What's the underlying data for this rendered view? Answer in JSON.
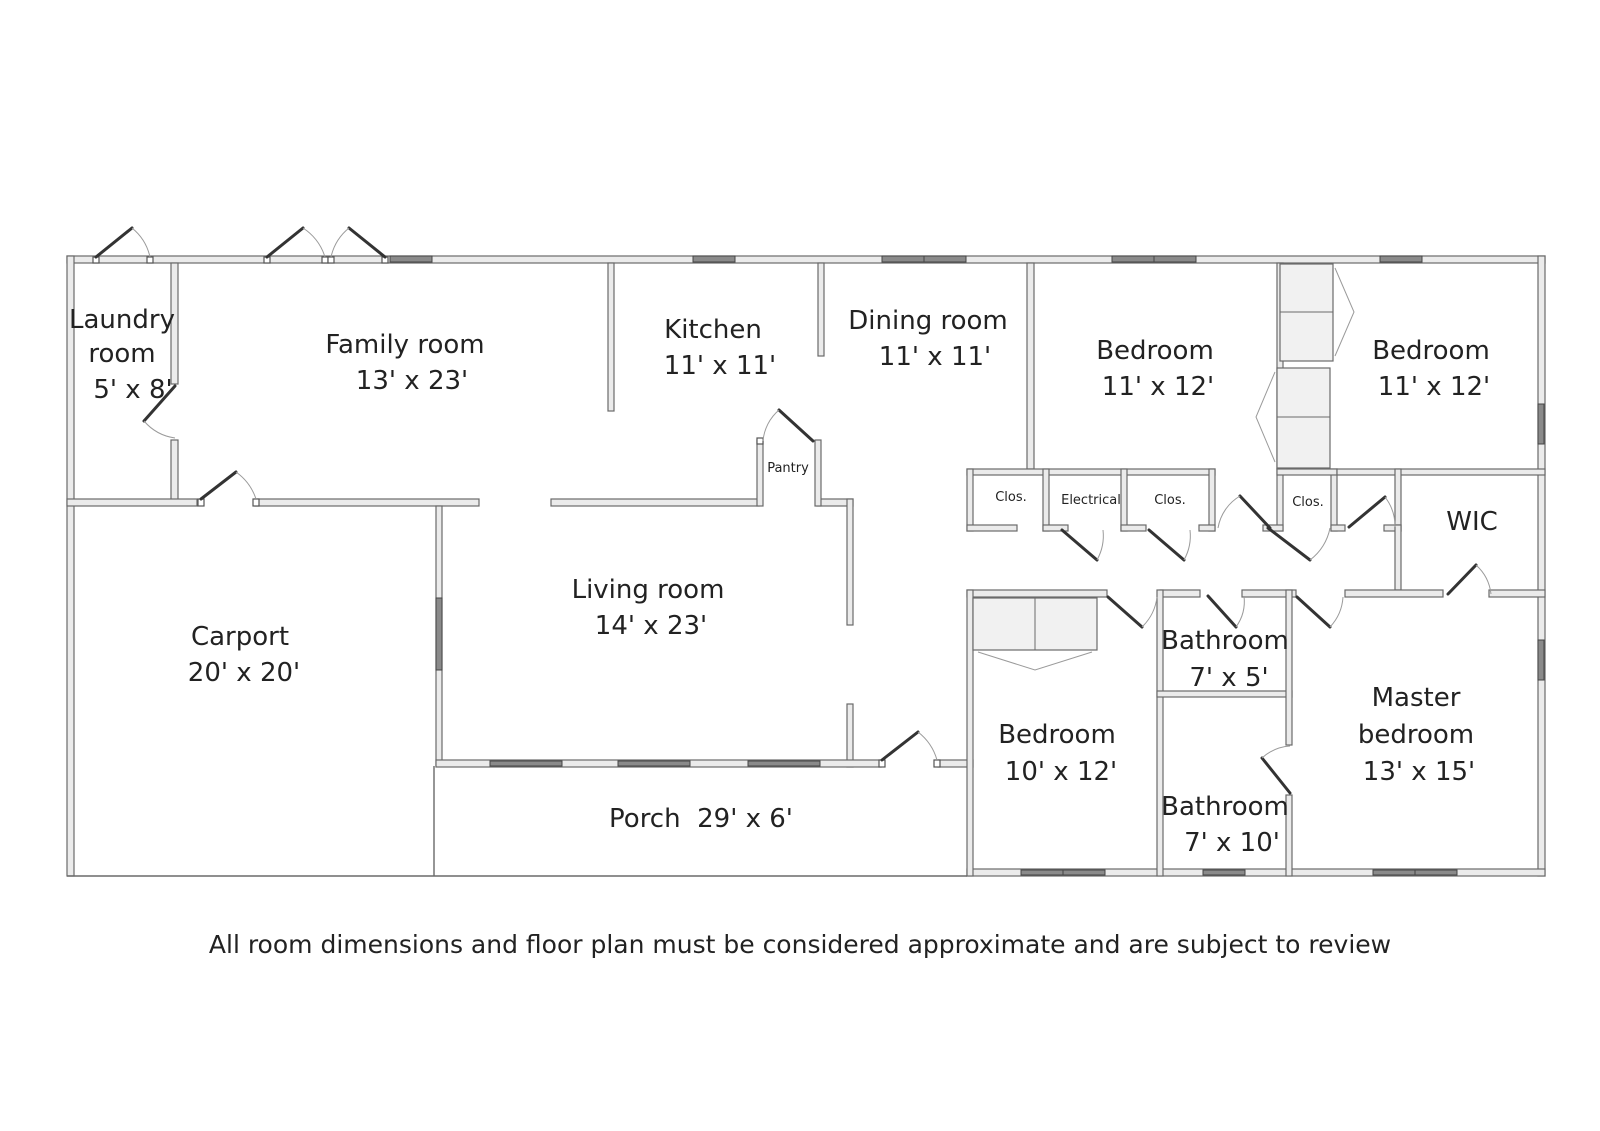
{
  "rooms": {
    "laundry": {
      "name_line1": "Laundry",
      "name_line2": "room",
      "size": "5' x 8'"
    },
    "family": {
      "name": "Family room",
      "size": "13' x 23'"
    },
    "kitchen": {
      "name": "Kitchen",
      "size": "11' x 11'"
    },
    "dining": {
      "name": "Dining room",
      "size": "11' x 11'"
    },
    "bedroom_top_left": {
      "name": "Bedroom",
      "size": "11' x 12'"
    },
    "bedroom_top_right": {
      "name": "Bedroom",
      "size": "11' x 12'"
    },
    "pantry": {
      "name": "Pantry"
    },
    "closet_1": {
      "name": "Clos."
    },
    "electrical": {
      "name": "Electrical"
    },
    "closet_2": {
      "name": "Clos."
    },
    "closet_3": {
      "name": "Clos."
    },
    "wic": {
      "name": "WIC"
    },
    "carport": {
      "name": "Carport",
      "size": "20' x 20'"
    },
    "living": {
      "name": "Living room",
      "size": "14' x 23'"
    },
    "bathroom_small": {
      "name": "Bathroom",
      "size": "7' x 5'"
    },
    "bathroom_large": {
      "name": "Bathroom",
      "size": "7' x 10'"
    },
    "bedroom_bottom": {
      "name": "Bedroom",
      "size": "10' x 12'"
    },
    "master": {
      "name_line1": "Master",
      "name_line2": "bedroom",
      "size": "13' x 15'"
    },
    "porch": {
      "name": "Porch  29' x 6'"
    }
  },
  "disclaimer": "All room dimensions and floor plan must be considered approximate and are subject to review"
}
